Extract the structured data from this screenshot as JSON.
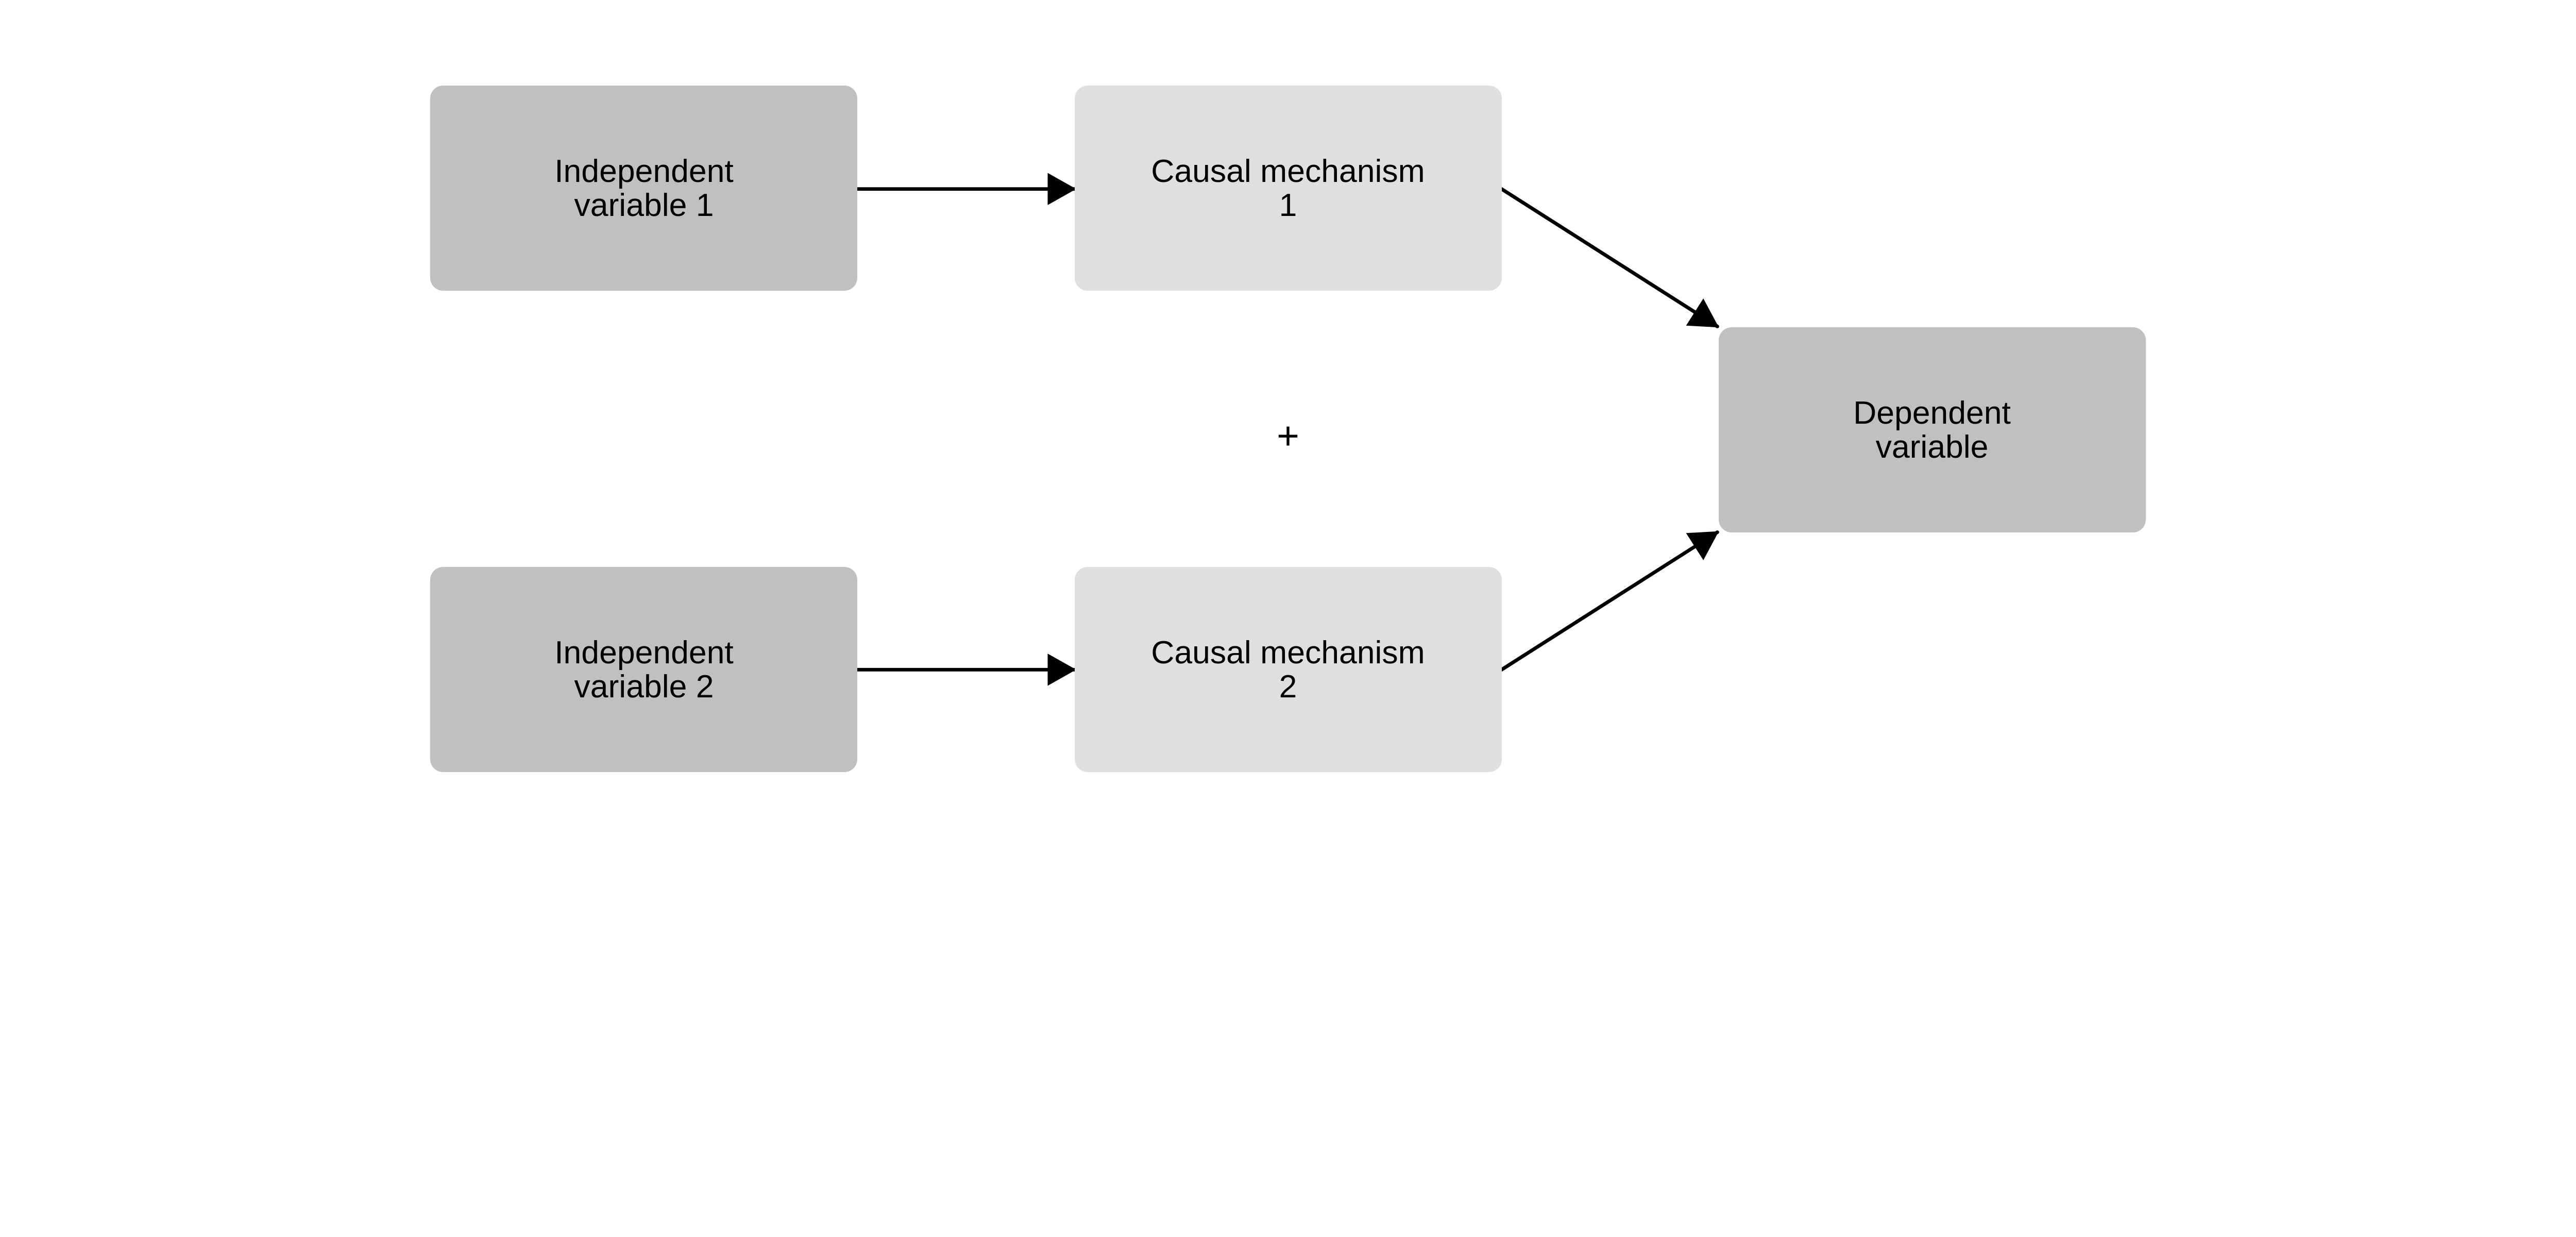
{
  "colors": {
    "variable_box": "#c0c0c0",
    "mechanism_box": "#dfdfdf",
    "arrow": "#000000",
    "background": "#ffffff"
  },
  "nodes": {
    "iv1": {
      "line1": "Independent",
      "line2": "variable 1"
    },
    "iv2": {
      "line1": "Independent",
      "line2": "variable 2"
    },
    "cm1": {
      "line1": "Causal mechanism",
      "line2": "1"
    },
    "cm2": {
      "line1": "Causal mechanism",
      "line2": "2"
    },
    "dv": {
      "line1": "Dependent",
      "line2": "variable"
    }
  },
  "plus_symbol": "+",
  "edges": [
    {
      "from": "iv1",
      "to": "cm1"
    },
    {
      "from": "iv2",
      "to": "cm2"
    },
    {
      "from": "cm1",
      "to": "dv"
    },
    {
      "from": "cm2",
      "to": "dv"
    }
  ]
}
